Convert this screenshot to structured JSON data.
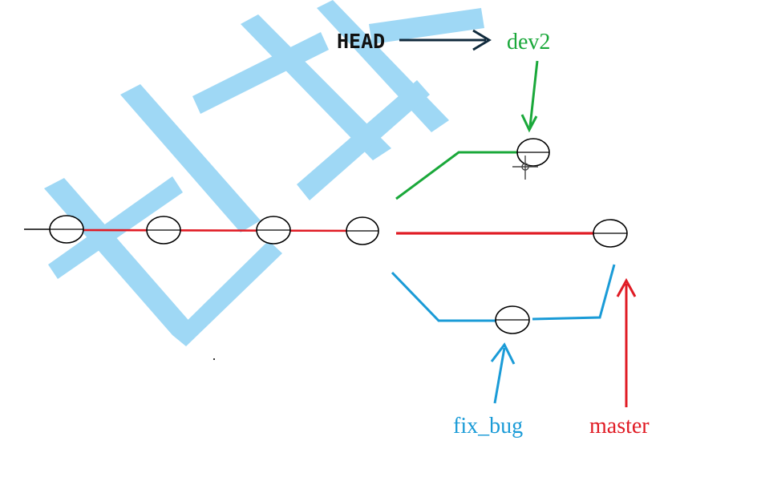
{
  "labels": {
    "head": "HEAD",
    "dev2": "dev2",
    "fix_bug": "fix_bug",
    "master": "master"
  },
  "watermark": "比特",
  "colors": {
    "dev2": "#1aa83a",
    "master": "#e01b24",
    "fix_bug": "#1a9bd7",
    "head_arrow": "#102a3c",
    "watermark": "#9fd8f5",
    "node_stroke": "#000000"
  }
}
